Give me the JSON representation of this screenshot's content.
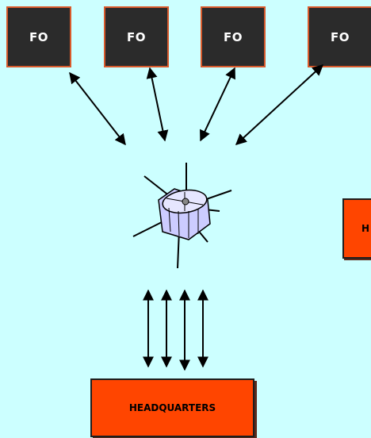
{
  "field_offices": [
    {
      "label": "FO"
    },
    {
      "label": "FO"
    },
    {
      "label": "FO"
    },
    {
      "label": "FO"
    }
  ],
  "headquarters": {
    "label": "HEADQUARTERS"
  },
  "partial_box": {
    "label": "H"
  },
  "colors": {
    "background": "#ccffff",
    "fo_fill": "#2b2b2b",
    "fo_border": "#d85a2c",
    "hq_fill": "#ff4500",
    "satellite_body": "#ccccff"
  },
  "icons": {
    "satellite": "satellite-icon"
  }
}
